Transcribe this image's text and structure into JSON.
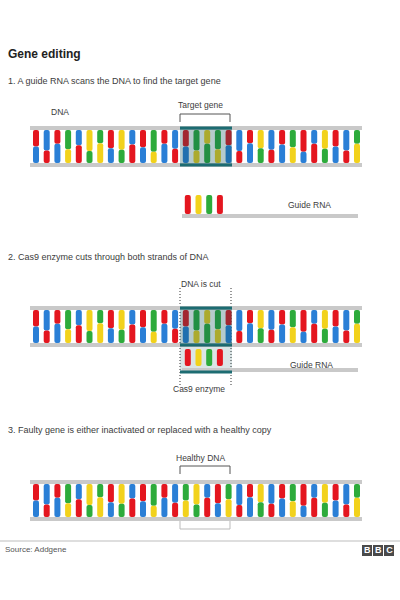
{
  "diagram": {
    "title": "Gene editing",
    "labels": [
      "1. A guide RNA scans the DNA to find the target gene",
      "DNA",
      "Target gene",
      "Guide RNA",
      "2. Cas9 enzyme cuts through both strands of DNA",
      "DNA is cut",
      "Guide RNA",
      "Cas9 enzyme",
      "3. Faulty gene is either inactivated or replaced with a healthy copy",
      "Healthy DNA",
      "Source: Addgene",
      "BBC"
    ]
  }
}
